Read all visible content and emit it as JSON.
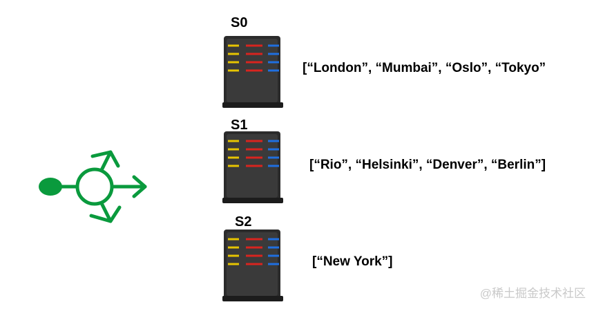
{
  "servers": [
    {
      "label": "S0",
      "cities": "[“London”, “Mumbai”, “Oslo”, “Tokyo”"
    },
    {
      "label": "S1",
      "cities": "[“Rio”, “Helsinki”, “Denver”, “Berlin”]"
    },
    {
      "label": "S2",
      "cities": "[“New York”]"
    }
  ],
  "watermark": "@稀土掘金技术社区",
  "colors": {
    "router_green": "#0a9a3d",
    "server_body": "#2b2b2b",
    "light_yellow": "#e6c400",
    "light_red": "#d8241f",
    "light_blue": "#1f6fe0"
  },
  "icons": {
    "router": "router-split-icon",
    "server": "server-rack-icon"
  }
}
